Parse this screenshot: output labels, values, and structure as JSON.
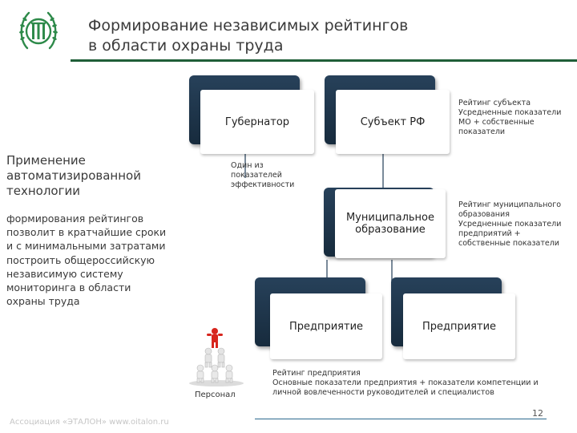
{
  "header": {
    "title_line1": "Формирование независимых рейтингов",
    "title_line2": "в области охраны труда"
  },
  "left": {
    "heading_lines": [
      "Применение",
      "автоматизированной",
      "технологии"
    ],
    "body": "формирования рейтингов позволит в кратчайшие сроки и с минимальными затратами построить общероссийскую независимую систему мониторинга в области охраны труда"
  },
  "diagram": {
    "governor": "Губернатор",
    "subject": "Субъект РФ",
    "municipality_lines": [
      "Муниципальное",
      "образование"
    ],
    "enterprise_left": "Предприятие",
    "enterprise_right": "Предприятие",
    "note_one_of_lines": [
      "Один из",
      "показателей",
      "эффективности"
    ],
    "note_subject_lines": [
      "Рейтинг субъекта",
      "Усредненные показатели",
      "МО + собственные",
      "показатели"
    ],
    "note_municipal_lines": [
      "Рейтинг муниципального",
      "образования",
      "Усредненные показатели",
      "предприятий +",
      "собственные показатели"
    ],
    "note_enterprise_lines": [
      "Рейтинг предприятия",
      "Основные показатели предприятия + показатели компетенции и",
      "личной вовлеченности руководителей и специалистов"
    ],
    "personnel_label": "Персонал"
  },
  "footer": {
    "association": "Ассоциация «ЭТАЛОН» www.oitalon.ru",
    "page_number": "12"
  },
  "colors": {
    "accent_green": "#1f5e38",
    "box_dark": "#1f364c",
    "figure_red": "#d7261e",
    "figure_white": "#e9e9e9"
  }
}
